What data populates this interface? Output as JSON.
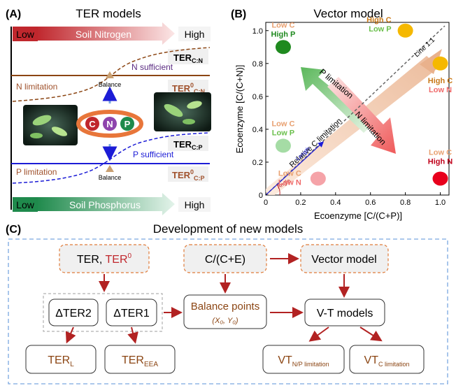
{
  "panel_a": {
    "letter": "(A)",
    "title": "TER models",
    "nitrogen_bar": {
      "low": "Low",
      "label": "Soil Nitrogen",
      "high": "High"
    },
    "phosphorus_bar": {
      "low": "Low",
      "label": "Soil Phosphorus",
      "high": "High"
    },
    "n_limitation": "N limitation",
    "n_sufficient": "N sufficient",
    "p_limitation": "P limitation",
    "p_sufficient": "P sufficient",
    "balance_top": "Balance",
    "balance_bottom": "Balance",
    "ter_cn": {
      "base": "TER",
      "sub": "C:N"
    },
    "ter0_cn": {
      "base": "TER",
      "sup": "0",
      "sub": "C:N"
    },
    "ter_cp": {
      "base": "TER",
      "sub": "C:P"
    },
    "ter0_cp": {
      "base": "TER",
      "sup": "0",
      "sub": "C:P"
    },
    "cnp": [
      "C",
      "N",
      "P"
    ],
    "colors": {
      "nitrogen": "#c0272d",
      "phosphorus": "#1f8a4c",
      "n_line": "#8b4513",
      "p_line": "#1c1cd6",
      "text_brown": "#a0522d"
    }
  },
  "panel_b": {
    "letter": "(B)",
    "title": "Vector model",
    "chart_data": {
      "type": "scatter",
      "xlabel": "Ecoenzyme [C/(C+P)]",
      "ylabel": "Ecoenzyme [C/(C+N)]",
      "xlim": [
        0,
        1.05
      ],
      "ylim": [
        0,
        1.05
      ],
      "xticks": [
        "0",
        "0.2",
        "0.4",
        "0.6",
        "0.8",
        "1.0"
      ],
      "yticks": [
        "0",
        "0.2",
        "0.4",
        "0.6",
        "0.8",
        "1.0"
      ],
      "points": [
        {
          "x": 0.1,
          "y": 0.9,
          "color": "#1f8a1f"
        },
        {
          "x": 0.8,
          "y": 1.0,
          "color": "#f5b800"
        },
        {
          "x": 1.0,
          "y": 0.8,
          "color": "#f5b800"
        },
        {
          "x": 0.1,
          "y": 0.3,
          "color": "#a5dca5"
        },
        {
          "x": 0.3,
          "y": 0.1,
          "color": "#f5a3a8"
        },
        {
          "x": 1.0,
          "y": 0.1,
          "color": "#e8001c"
        }
      ],
      "labels": [
        {
          "line1": "Low C",
          "line2": "High P"
        },
        {
          "line1": "High C",
          "line2": "Low P"
        },
        {
          "line1": "High C",
          "line2": "Low N"
        },
        {
          "line1": "Low C",
          "line2": "Low P"
        },
        {
          "line1": "Low C",
          "line2": "Low N"
        },
        {
          "line1": "Low C",
          "line2": "High N"
        }
      ],
      "annotations": {
        "line11": "Line 1:1",
        "p_limitation": "P limitation",
        "n_limitation": "N limitation",
        "relative_c": "Relative C limitation",
        "length": "Length",
        "angle": "Angle"
      }
    }
  },
  "panel_c": {
    "letter": "(C)",
    "title": "Development of new models",
    "box_ter": {
      "a": "TER, ",
      "b": "TER",
      "sup": "0"
    },
    "box_ratio": "C/(C+E)",
    "box_vector": "Vector model",
    "box_dter2": "ΔTER2",
    "box_dter1": "ΔTER1",
    "box_balance": "Balance points",
    "box_balance_sub": "(X₀, Y₀)",
    "box_vt": "V-T models",
    "box_terl": {
      "base": "TER",
      "sub": "L"
    },
    "box_tereea": {
      "base": "TER",
      "sub": "EEA"
    },
    "box_vtnp": {
      "base": "VT",
      "sub": "N/P limitation"
    },
    "box_vtc": {
      "base": "VT",
      "sub": "C limitation"
    }
  }
}
